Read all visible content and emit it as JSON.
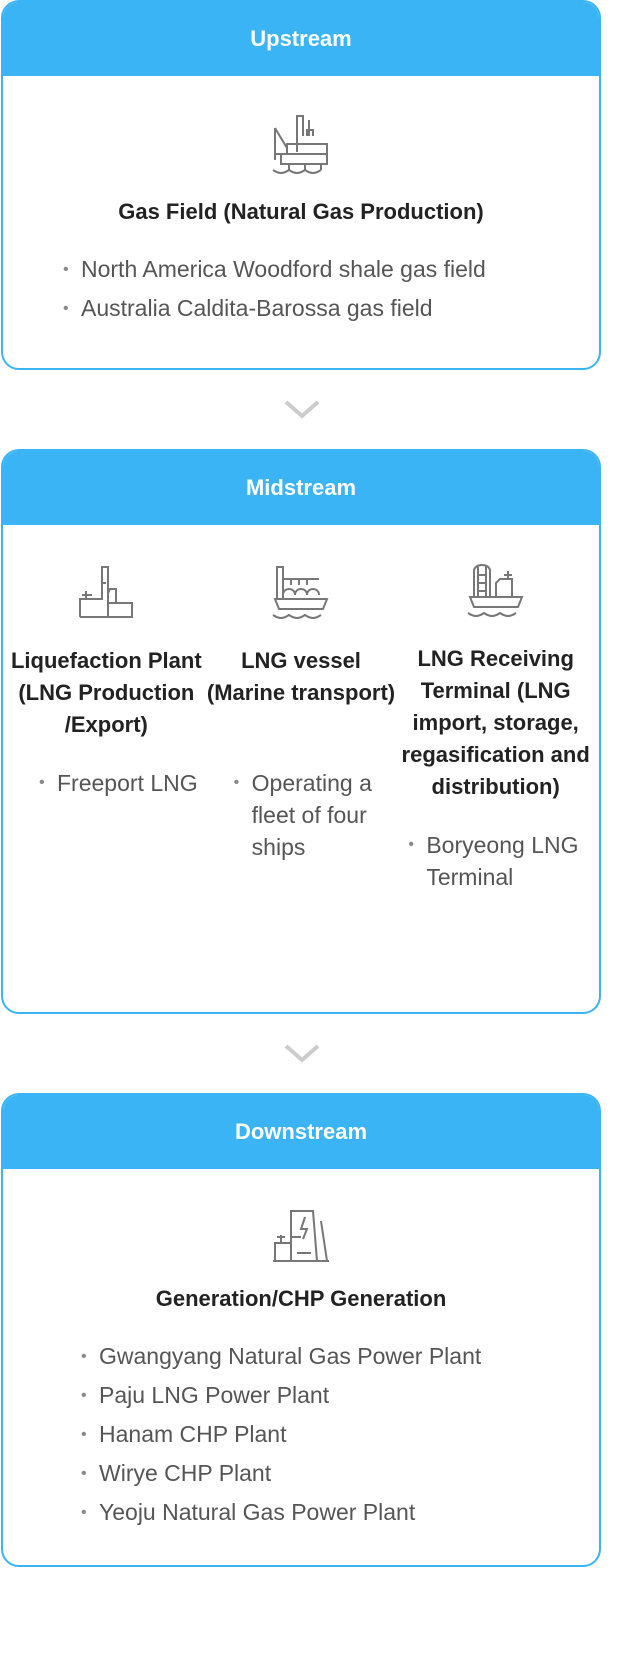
{
  "upstream": {
    "header": "Upstream",
    "title": "Gas Field (Natural Gas Production)",
    "items": [
      "North America Woodford shale gas field",
      "Australia Caldita-Barossa gas field"
    ]
  },
  "midstream": {
    "header": "Midstream",
    "columns": [
      {
        "title": "Liquefaction Plant (LNG Production /Export)",
        "items": [
          "Freeport LNG"
        ]
      },
      {
        "title": "LNG vessel (Marine transport)",
        "items": [
          "Operating a fleet of four ships"
        ]
      },
      {
        "title": "LNG Receiving Terminal (LNG import, storage, regasification and distribution)",
        "items": [
          "Boryeong LNG Terminal"
        ]
      }
    ]
  },
  "downstream": {
    "header": "Downstream",
    "title": "Generation/CHP Generation",
    "items": [
      "Gwangyang Natural Gas Power Plant",
      "Paju LNG Power Plant",
      "Hanam CHP Plant",
      "Wirye CHP Plant",
      "Yeoju Natural Gas Power Plant"
    ]
  },
  "colors": {
    "accent": "#3bb4f5"
  }
}
